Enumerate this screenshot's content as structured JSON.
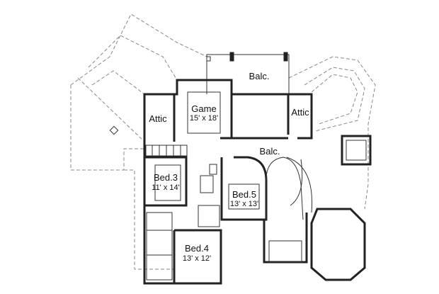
{
  "rooms": {
    "balcony_top": {
      "name": "Balc."
    },
    "game": {
      "name": "Game",
      "size": "15' x 18'"
    },
    "attic_left": {
      "name": "Attic"
    },
    "attic_right": {
      "name": "Attic"
    },
    "balcony_mid": {
      "name": "Balc."
    },
    "bed3": {
      "name": "Bed.3",
      "size": "11' x 14'"
    },
    "bed5": {
      "name": "Bed.5",
      "size": "13' x 13'"
    },
    "bed4": {
      "name": "Bed.4",
      "size": "13' x 12'"
    }
  }
}
